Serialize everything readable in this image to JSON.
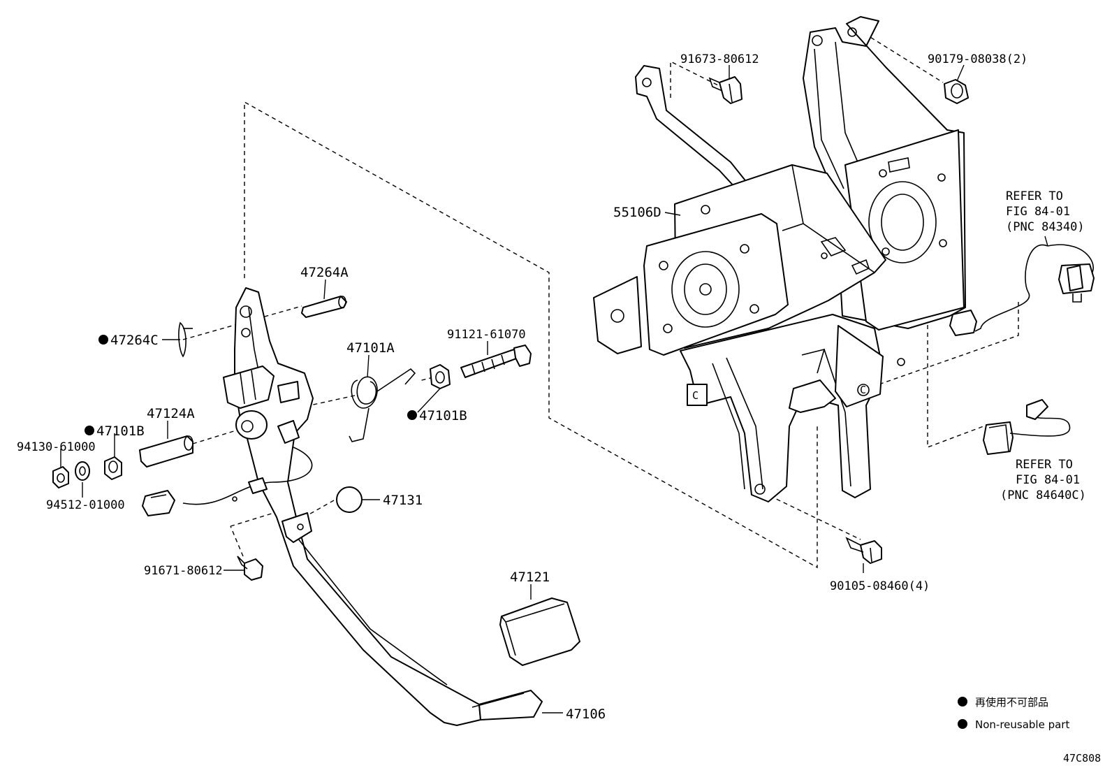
{
  "callouts": {
    "c_91673": "91673-80612",
    "c_90179": "90179-08038(2)",
    "c_55106D": "55106D",
    "c_refer1_l1": "REFER TO",
    "c_refer1_l2": "FIG 84-01",
    "c_refer1_l3": "(PNC 84340)",
    "c_refer2_l1": "REFER TO",
    "c_refer2_l2": "FIG 84-01",
    "c_refer2_l3": "(PNC 84640C)",
    "c_90105": "90105-08460(4)",
    "c_47264A": "47264A",
    "c_47264C": "47264C",
    "c_91121": "91121-61070",
    "c_47101A": "47101A",
    "c_47101B_r": "47101B",
    "c_47124A": "47124A",
    "c_47101B_l": "47101B",
    "c_94130": "94130-61000",
    "c_94512": "94512-01000",
    "c_47131": "47131",
    "c_91671": "91671-80612",
    "c_47121": "47121",
    "c_47106": "47106"
  },
  "legend": {
    "line_jp": "再使用不可部品",
    "line_en": "Non-reusable part"
  },
  "figure_code": "47C808"
}
